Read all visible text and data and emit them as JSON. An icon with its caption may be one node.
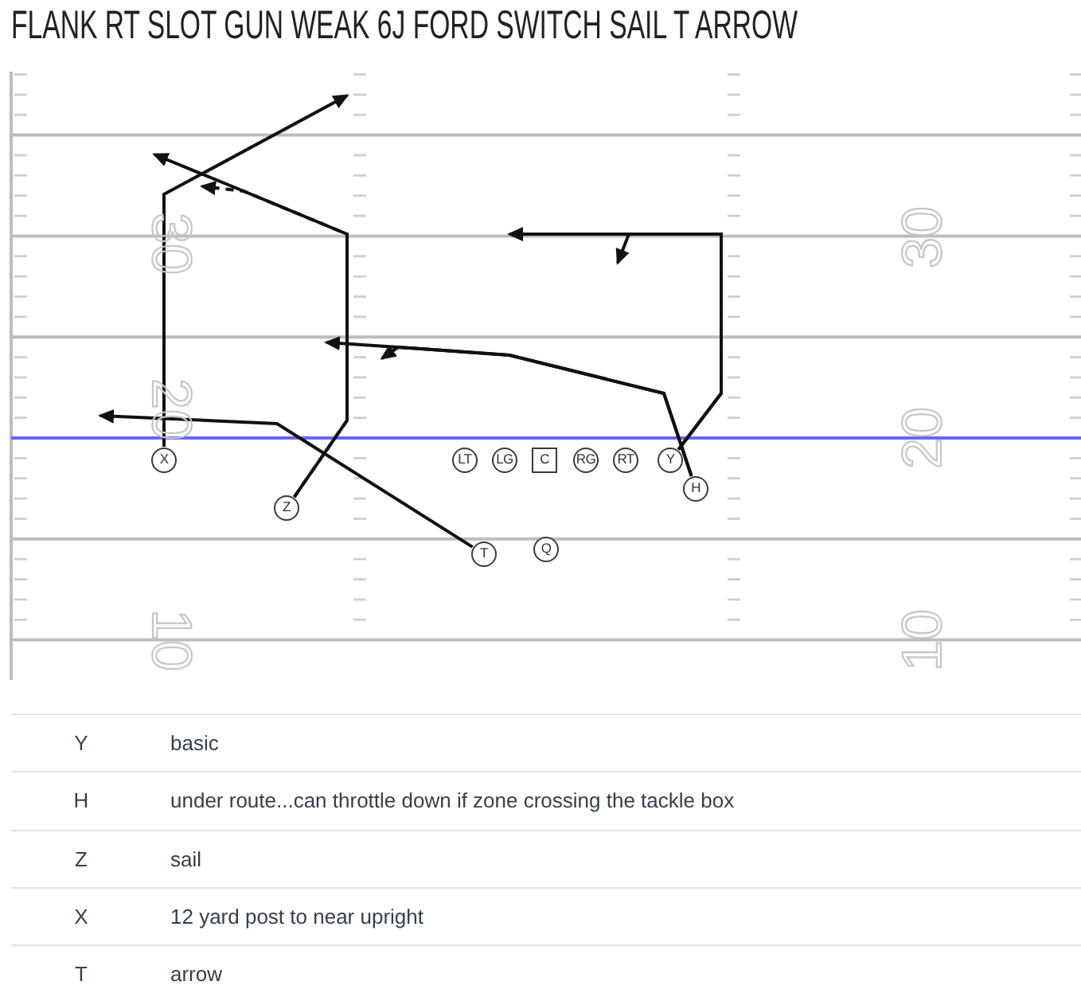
{
  "diagram": {
    "title": "FLANK RT SLOT GUN WEAK 6J FORD SWITCH SAIL T ARROW",
    "nodes": [
      {
        "text": [
          "X"
        ]
      },
      {
        "text": [
          "LT"
        ]
      },
      {
        "text": [
          "LG"
        ]
      },
      {
        "text": [
          "C"
        ]
      },
      {
        "text": [
          "RG"
        ]
      },
      {
        "text": [
          "RT"
        ]
      },
      {
        "text": [
          "Y"
        ]
      },
      {
        "text": [
          "H"
        ]
      },
      {
        "text": [
          "Z"
        ]
      },
      {
        "text": [
          "T"
        ]
      },
      {
        "text": [
          "Q"
        ]
      }
    ],
    "edges": [
      {
        "from": 0,
        "to": null,
        "arrow": "to"
      },
      {
        "from": 8,
        "to": null,
        "arrow": "to"
      },
      {
        "from": 8,
        "to": null,
        "arrow": "to",
        "style": "dashed"
      },
      {
        "from": 9,
        "to": null,
        "arrow": "to"
      },
      {
        "from": 6,
        "to": null,
        "arrow": "to"
      },
      {
        "from": 6,
        "to": null,
        "arrow": "to"
      },
      {
        "from": 7,
        "to": null,
        "arrow": "to"
      },
      {
        "from": 7,
        "to": null,
        "arrow": "to"
      }
    ],
    "labels": [
      "30",
      "30",
      "20",
      "20",
      "10",
      "10",
      "Y",
      "basic",
      "H",
      "under route...can throttle down if zone crossing the tackle box",
      "Z",
      "sail",
      "X",
      "12 yard post to near upright",
      "T",
      "arrow"
    ]
  }
}
